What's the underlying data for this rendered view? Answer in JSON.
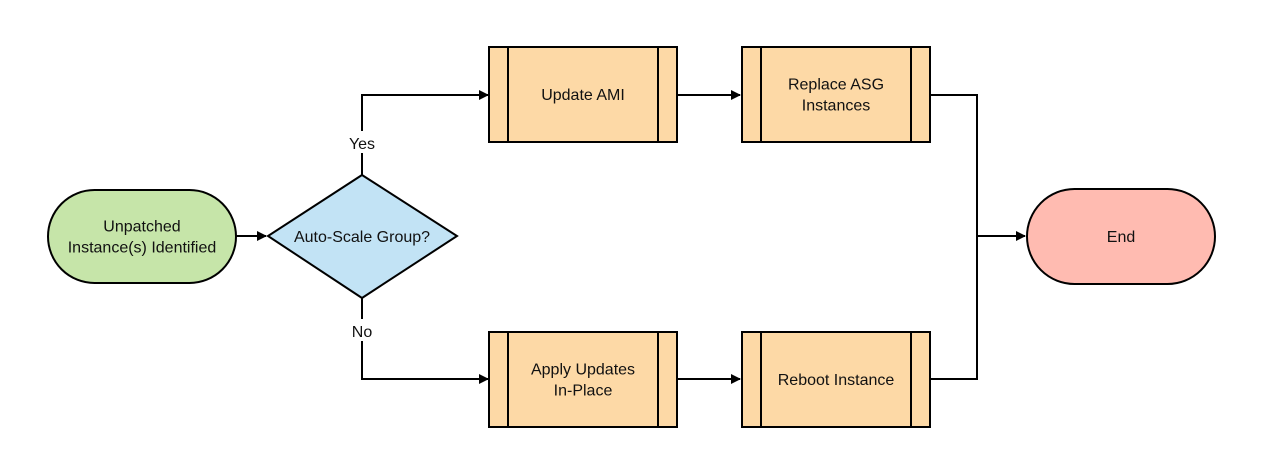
{
  "colors": {
    "terminal_start": "#c6e5a9",
    "terminal_end": "#ffbbb1",
    "decision": "#c2e3f5",
    "process": "#fdd9a6",
    "stroke": "#000000"
  },
  "nodes": {
    "start": {
      "lines": [
        "Unpatched",
        "Instance(s) Identified"
      ]
    },
    "decision": {
      "lines": [
        "Auto-Scale Group?"
      ]
    },
    "update_ami": {
      "lines": [
        "Update AMI"
      ]
    },
    "replace_asg": {
      "lines": [
        "Replace ASG",
        "Instances"
      ]
    },
    "apply_updates": {
      "lines": [
        "Apply Updates",
        "In-Place"
      ]
    },
    "reboot": {
      "lines": [
        "Reboot Instance"
      ]
    },
    "end": {
      "lines": [
        "End"
      ]
    }
  },
  "edges": {
    "yes_label": "Yes",
    "no_label": "No"
  }
}
